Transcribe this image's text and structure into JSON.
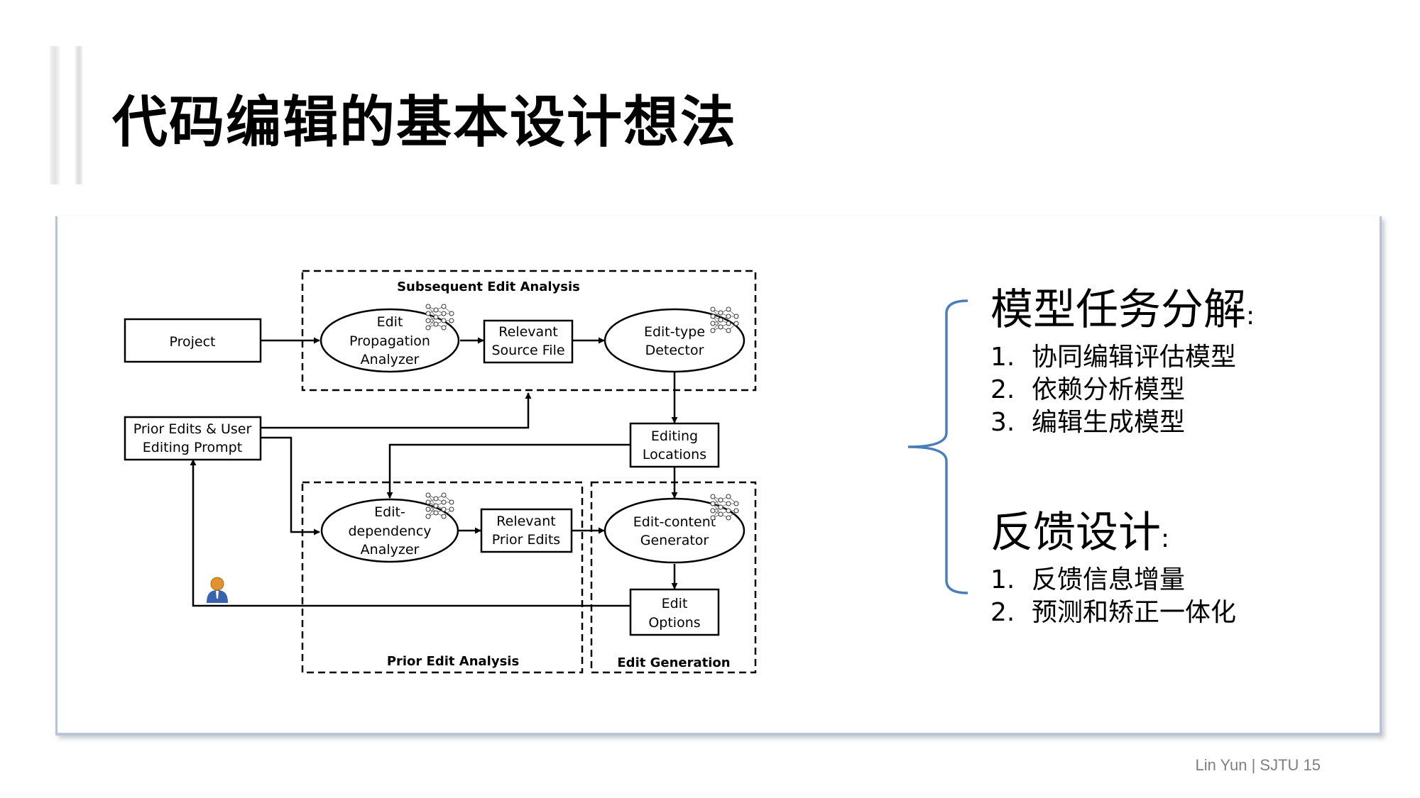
{
  "slide": {
    "title": "代码编辑的基本设计想法",
    "footer": "Lin Yun | SJTU 15"
  },
  "diagram": {
    "groups": {
      "subsequent": "Subsequent Edit Analysis",
      "prior": "Prior Edit Analysis",
      "generation": "Edit Generation"
    },
    "nodes": {
      "project": [
        "Project"
      ],
      "prior_edits": [
        "Prior Edits & User",
        "Editing Prompt"
      ],
      "propagation": [
        "Edit",
        "Propagation",
        "Analyzer"
      ],
      "relevant_source": [
        "Relevant",
        "Source File"
      ],
      "edit_type": [
        "Edit-type",
        "Detector"
      ],
      "editing_locations": [
        "Editing",
        "Locations"
      ],
      "dependency": [
        "Edit-",
        "dependency",
        "Analyzer"
      ],
      "relevant_prior": [
        "Relevant",
        "Prior Edits"
      ],
      "content_generator": [
        "Edit-content",
        "Generator"
      ],
      "edit_options": [
        "Edit",
        "Options"
      ]
    },
    "icons": {
      "neural_net": "neural-network-icon",
      "user": "user-icon"
    }
  },
  "right_panel": {
    "section1": {
      "title": "模型任务分解",
      "colon": ":",
      "items": [
        {
          "num": "1.",
          "text": "协同编辑评估模型"
        },
        {
          "num": "2.",
          "text": "依赖分析模型"
        },
        {
          "num": "3.",
          "text": "编辑生成模型"
        }
      ]
    },
    "section2": {
      "title": "反馈设计",
      "colon": ":",
      "items": [
        {
          "num": "1.",
          "text": "反馈信息增量"
        },
        {
          "num": "2.",
          "text": "预测和矫正一体化"
        }
      ]
    }
  },
  "colors": {
    "brace": "#4a7ebb",
    "panel_border": "#b8c4d4",
    "footer": "#7f7f7f"
  }
}
